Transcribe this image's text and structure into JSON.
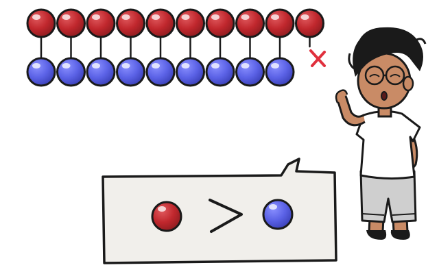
{
  "colors": {
    "red_ball": "#c0272d",
    "red_ball_dark": "#8e1c20",
    "blue_ball": "#5b62e6",
    "blue_ball_dark": "#3a40b8",
    "outline": "#1a1a1a",
    "mismatch_mark": "#e0303d",
    "panel_fill": "#f1efeb",
    "skin": "#c98b66",
    "shirt": "#ffffff",
    "shorts": "#cfcfcf",
    "hair": "#1a1a1a"
  },
  "groups": {
    "red_count": 10,
    "blue_count": 9,
    "unpaired_red_marked": true
  },
  "comparison": {
    "symbol": ">",
    "left_item": "red-ball",
    "right_item": "blue-ball"
  },
  "icons": {
    "red": "red-ball-icon",
    "blue": "blue-ball-icon",
    "mismatch": "cross-mark-icon",
    "character": "pointing-person-icon"
  }
}
